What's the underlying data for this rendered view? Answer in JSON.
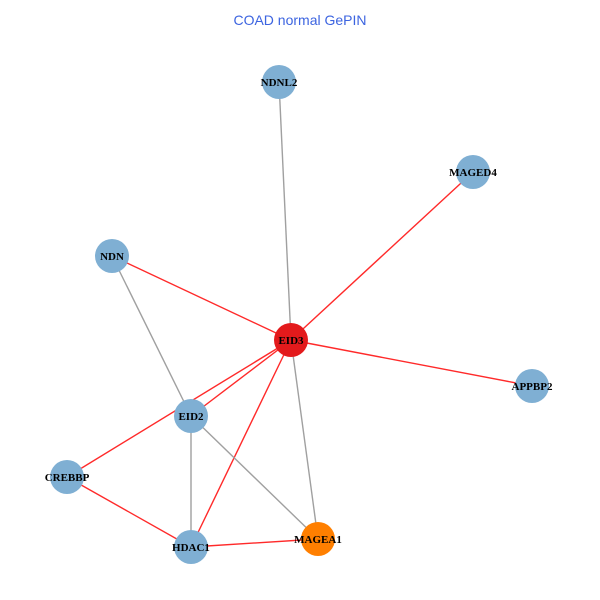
{
  "title": "COAD normal GePIN",
  "colors": {
    "default_node": "#7fafd3",
    "center_node": "#e31a1c",
    "highlight_node": "#ff7f00",
    "red_edge": "#ff2a2a",
    "gray_edge": "#a0a0a0",
    "title": "#3c64e0"
  },
  "nodes": [
    {
      "id": "NDNL2",
      "type": "default"
    },
    {
      "id": "MAGED4",
      "type": "default"
    },
    {
      "id": "NDN",
      "type": "default"
    },
    {
      "id": "EID3",
      "type": "center"
    },
    {
      "id": "APPBP2",
      "type": "default"
    },
    {
      "id": "EID2",
      "type": "default"
    },
    {
      "id": "CREBBP",
      "type": "default"
    },
    {
      "id": "HDAC1",
      "type": "default"
    },
    {
      "id": "MAGEA1",
      "type": "highlight"
    }
  ],
  "edges": [
    {
      "source": "NDNL2",
      "target": "EID3",
      "kind": "gray"
    },
    {
      "source": "MAGED4",
      "target": "EID3",
      "kind": "red"
    },
    {
      "source": "NDN",
      "target": "EID3",
      "kind": "red"
    },
    {
      "source": "NDN",
      "target": "EID2",
      "kind": "gray"
    },
    {
      "source": "EID3",
      "target": "APPBP2",
      "kind": "red"
    },
    {
      "source": "EID3",
      "target": "EID2",
      "kind": "red"
    },
    {
      "source": "EID3",
      "target": "CREBBP",
      "kind": "red"
    },
    {
      "source": "EID3",
      "target": "HDAC1",
      "kind": "red"
    },
    {
      "source": "EID3",
      "target": "MAGEA1",
      "kind": "gray"
    },
    {
      "source": "EID2",
      "target": "HDAC1",
      "kind": "gray"
    },
    {
      "source": "EID2",
      "target": "MAGEA1",
      "kind": "gray"
    },
    {
      "source": "CREBBP",
      "target": "HDAC1",
      "kind": "red"
    },
    {
      "source": "HDAC1",
      "target": "MAGEA1",
      "kind": "red"
    }
  ]
}
